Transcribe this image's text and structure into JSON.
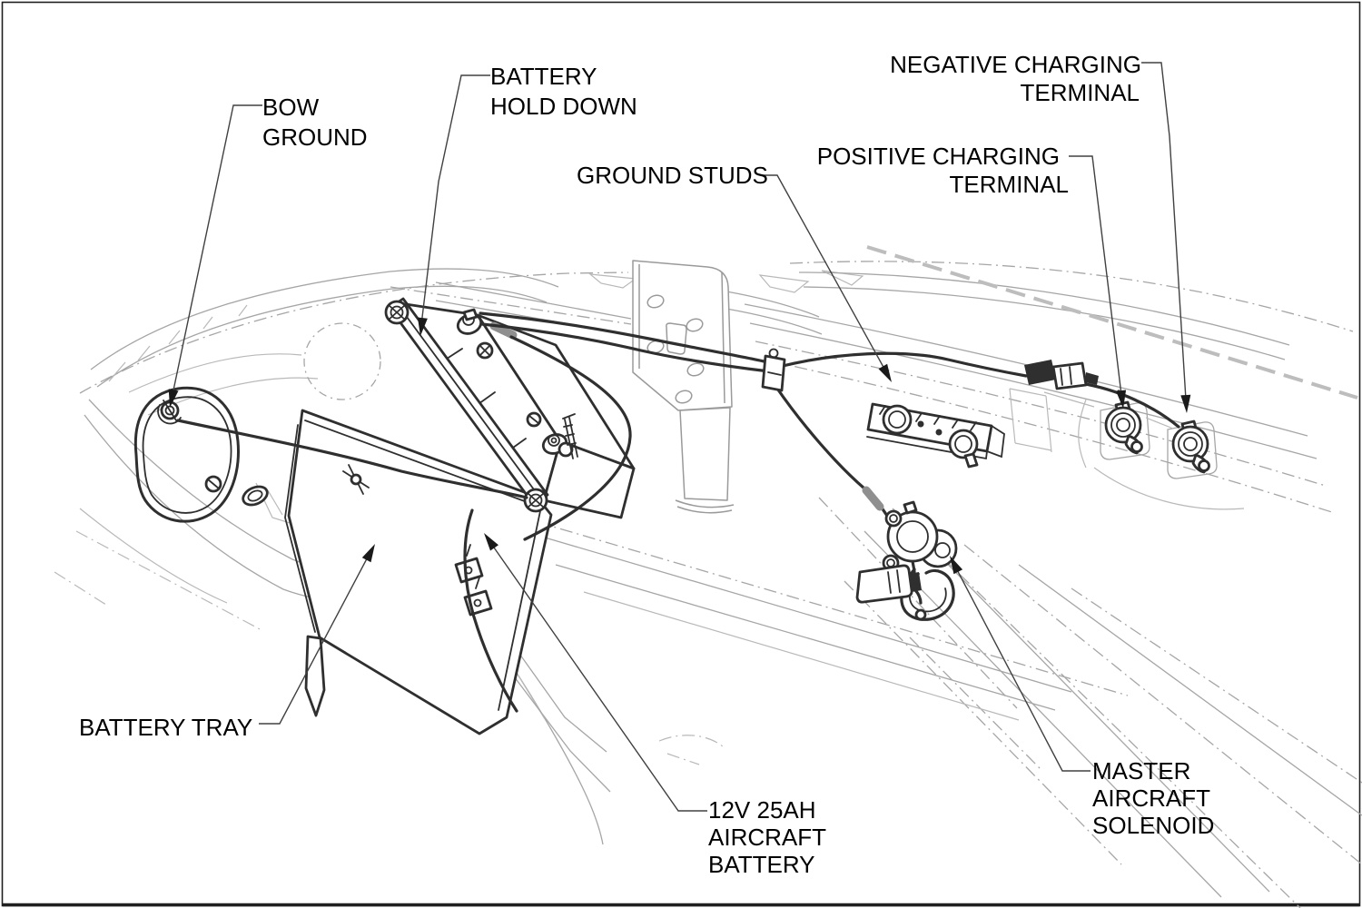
{
  "diagram": {
    "labels": {
      "bow_ground": {
        "lines": [
          "BOW",
          "GROUND"
        ],
        "align": "left"
      },
      "battery_hold_down": {
        "lines": [
          "BATTERY",
          "HOLD DOWN"
        ],
        "align": "left"
      },
      "ground_studs": {
        "lines": [
          "GROUND STUDS"
        ],
        "align": "left"
      },
      "negative_charging_terminal": {
        "lines": [
          "NEGATIVE CHARGING",
          "TERMINAL"
        ],
        "align": "right"
      },
      "positive_charging_terminal": {
        "lines": [
          "POSITIVE CHARGING",
          "TERMINAL"
        ],
        "align": "right"
      },
      "battery_tray": {
        "lines": [
          "BATTERY TRAY"
        ],
        "align": "left"
      },
      "aircraft_battery": {
        "lines": [
          "12V 25AH",
          "AIRCRAFT",
          "BATTERY"
        ],
        "align": "left"
      },
      "master_aircraft_solenoid": {
        "lines": [
          "MASTER",
          "AIRCRAFT",
          "SOLENOID"
        ],
        "align": "left"
      }
    },
    "colors": {
      "background": "#ffffff",
      "border": "#1f1f1f",
      "text": "#000000",
      "leader": "#404040",
      "component_line": "#2f2f2f",
      "airframe_line": "#a6a6a6"
    }
  }
}
